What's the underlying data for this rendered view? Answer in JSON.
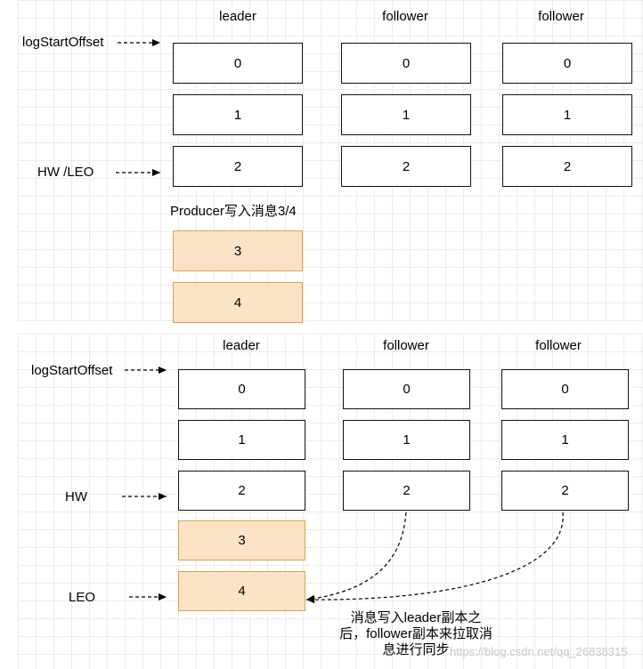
{
  "top": {
    "headers": [
      "leader",
      "follower",
      "follower"
    ],
    "pointers": {
      "log_start": "logStartOffset",
      "hw_leo": "HW /LEO"
    },
    "caption": "Producer写入消息3/4",
    "replica_rows": [
      "0",
      "1",
      "2"
    ],
    "new_messages": [
      "3",
      "4"
    ]
  },
  "bottom": {
    "headers": [
      "leader",
      "follower",
      "follower"
    ],
    "pointers": {
      "log_start": "logStartOffset",
      "hw": "HW",
      "leo": "LEO"
    },
    "replica_rows": [
      "0",
      "1",
      "2"
    ],
    "new_messages": [
      "3",
      "4"
    ],
    "note_lines": [
      "消息写入leader副本之",
      "后，follower副本来拉取消",
      "息进行同步"
    ]
  },
  "watermark": "https://blog.csdn.net/qq_26838315",
  "colors": {
    "new_fill": "#fde3c6",
    "new_border": "#d9a050",
    "grid": "#ececec"
  }
}
